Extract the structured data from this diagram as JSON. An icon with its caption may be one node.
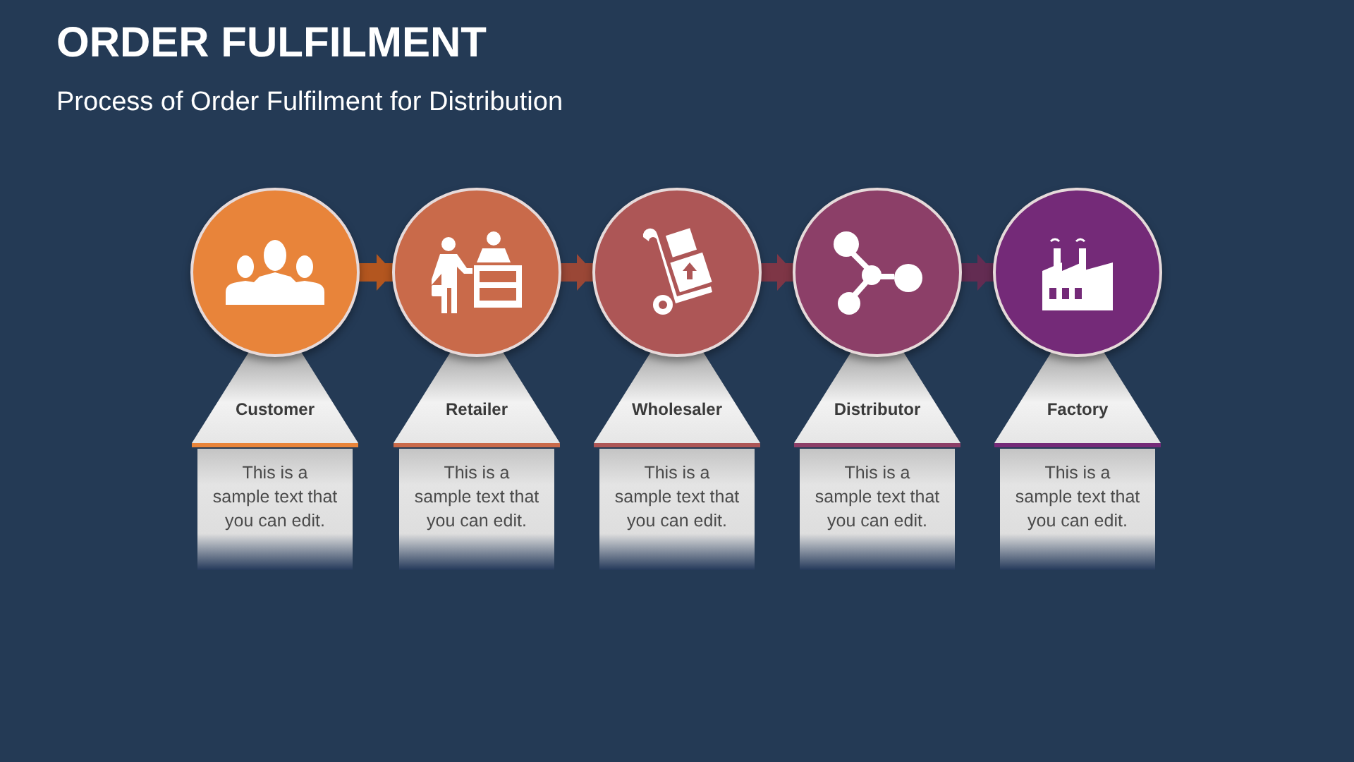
{
  "diagram": {
    "title": "ORDER FULFILMENT",
    "caption": "Process of Order Fulfilment for Distribution",
    "nodes": [
      {
        "text": [],
        "shape": "circle"
      },
      {
        "text": [
          "Customer"
        ]
      },
      {
        "text": [
          "This is a sample text that you can edit."
        ]
      },
      {
        "text": [],
        "shape": "circle"
      },
      {
        "text": [
          "Retailer"
        ]
      },
      {
        "text": [
          "This is a sample text that you can edit."
        ]
      },
      {
        "text": [],
        "shape": "circle"
      },
      {
        "text": [
          "Wholesaler"
        ]
      },
      {
        "text": [
          "This is a sample text that you can edit."
        ]
      },
      {
        "text": [],
        "shape": "circle"
      },
      {
        "text": [
          "Distributor"
        ]
      },
      {
        "text": [
          "This is a sample text that you can edit."
        ]
      },
      {
        "text": [],
        "shape": "circle"
      },
      {
        "text": [
          "Factory"
        ]
      },
      {
        "text": [
          "This is a sample text that you can edit."
        ]
      }
    ],
    "edges": [
      {
        "from": 0,
        "to": 3,
        "arrow": "to",
        "color": "#b3561f"
      },
      {
        "from": 3,
        "to": 6,
        "arrow": "to",
        "color": "#9a4736"
      },
      {
        "from": 6,
        "to": 9,
        "arrow": "to",
        "color": "#7e3646"
      },
      {
        "from": 9,
        "to": 12,
        "arrow": "to",
        "color": "#632c52"
      }
    ]
  }
}
